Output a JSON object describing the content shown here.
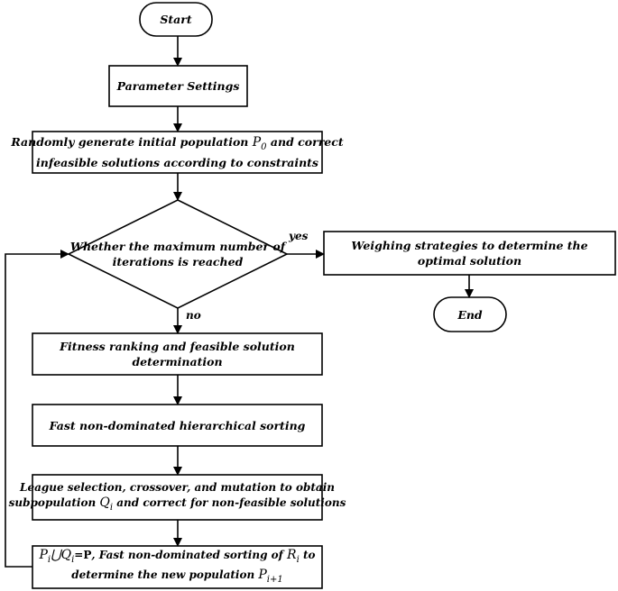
{
  "nodes": {
    "start": "Start",
    "params": "Parameter Settings",
    "init": {
      "line1": "Randomly generate initial population",
      "sym": "P",
      "sub": "0",
      "line1b": "and correct",
      "line2": "infeasible solutions according to constraints"
    },
    "decision": {
      "line1": "Whether the maximum number of",
      "line2": "iterations is reached"
    },
    "weigh": "Weighing strategies to determine the optimal solution",
    "end": "End",
    "fitness": "Fitness ranking and feasible solution determination",
    "fast_sort": "Fast non-dominated hierarchical sorting",
    "league": {
      "line1": "League selection, crossover, and mutation to obtain",
      "line2a": "subpopulation",
      "sym": "Q",
      "sub": "i",
      "line2b": "and correct for non-feasible solutions"
    },
    "union": {
      "p": "P",
      "p_sub": "i",
      "cup": "⋃",
      "q": "Q",
      "q_sub": "i",
      "eq": "=P",
      "text1": ", Fast non-dominated sorting of",
      "r": "R",
      "r_sub": "i",
      "text1b": "to",
      "text2": "determine the new population",
      "p2": "P",
      "p2_sub": "i+1"
    }
  },
  "edges": {
    "yes": "yes",
    "no": "no"
  }
}
